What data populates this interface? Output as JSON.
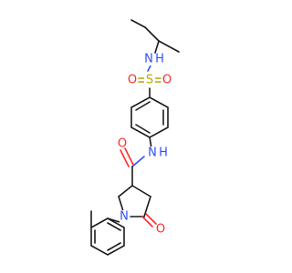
{
  "molecule": {
    "atoms": [
      {
        "id": "n_top",
        "label": "N",
        "color": "#3050f8"
      },
      {
        "id": "h_top",
        "label": "H",
        "color": "#3050f8"
      },
      {
        "id": "s",
        "label": "S",
        "color": "#b8a800"
      },
      {
        "id": "o_s_left",
        "label": "O",
        "color": "#ff2a2a"
      },
      {
        "id": "o_s_right",
        "label": "O",
        "color": "#ff2a2a"
      },
      {
        "id": "n_amide",
        "label": "N",
        "color": "#3050f8"
      },
      {
        "id": "h_amide",
        "label": "H",
        "color": "#3050f8"
      },
      {
        "id": "o_amide",
        "label": "O",
        "color": "#ff2a2a"
      },
      {
        "id": "n_ring",
        "label": "N",
        "color": "#3050f8"
      },
      {
        "id": "o_lactam",
        "label": "O",
        "color": "#ff2a2a"
      }
    ]
  }
}
